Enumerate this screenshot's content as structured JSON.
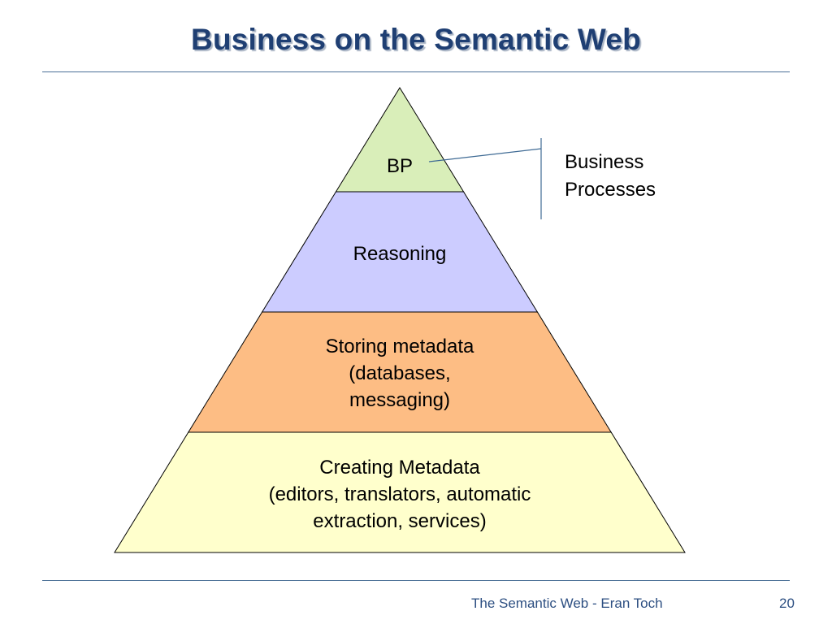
{
  "title": "Business on the Semantic Web",
  "pyramid": {
    "layers": [
      {
        "lines": [
          "BP"
        ],
        "color": "#d9eeb9"
      },
      {
        "lines": [
          "Reasoning"
        ],
        "color": "#ccccff"
      },
      {
        "lines": [
          "Storing metadata",
          "(databases,",
          "messaging)"
        ],
        "color": "#fdbd84"
      },
      {
        "lines": [
          "Creating Metadata",
          "(editors, translators, automatic",
          "extraction, services)"
        ],
        "color": "#ffffcc"
      }
    ]
  },
  "callout": {
    "line1": "Business",
    "line2": "Processes"
  },
  "footer": {
    "text": "The Semantic Web - Eran Toch",
    "page": "20"
  }
}
